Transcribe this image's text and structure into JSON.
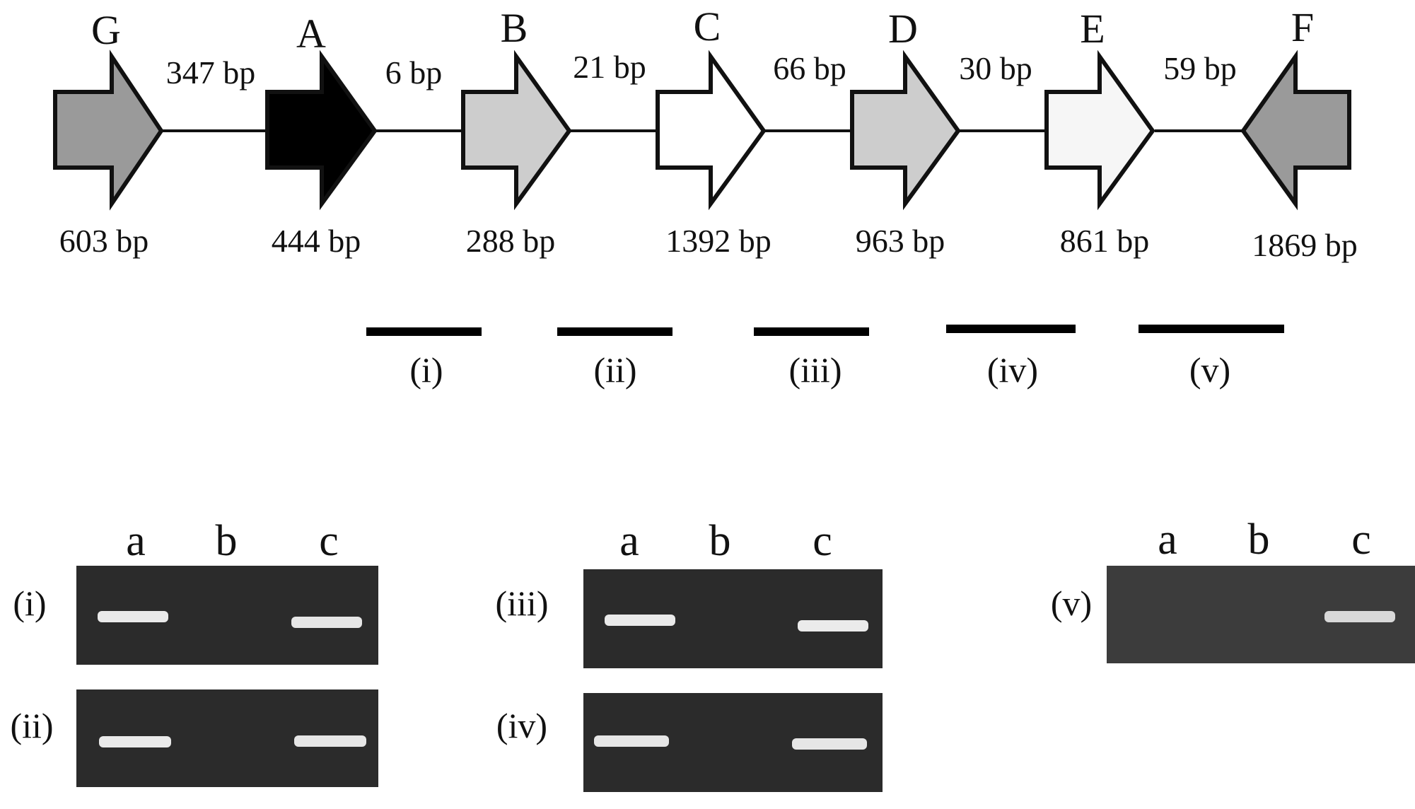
{
  "genes": [
    {
      "id": "G",
      "size": "603 bp",
      "direction": "right",
      "fill": "#9a9a9a"
    },
    {
      "id": "A",
      "size": "444 bp",
      "direction": "right",
      "fill": "#000000"
    },
    {
      "id": "B",
      "size": "288 bp",
      "direction": "right",
      "fill": "#cdcdcd"
    },
    {
      "id": "C",
      "size": "1392 bp",
      "direction": "right",
      "fill": "#ffffff"
    },
    {
      "id": "D",
      "size": "963 bp",
      "direction": "right",
      "fill": "#cdcdcd"
    },
    {
      "id": "E",
      "size": "861 bp",
      "direction": "right",
      "fill": "#f6f6f6"
    },
    {
      "id": "F",
      "size": "1869 bp",
      "direction": "left",
      "fill": "#9a9a9a"
    }
  ],
  "spacers": [
    "347 bp",
    "6 bp",
    "21 bp",
    "66 bp",
    "30 bp",
    "59 bp"
  ],
  "fragments": [
    "(i)",
    "(ii)",
    "(iii)",
    "(iv)",
    "(v)"
  ],
  "gels": [
    {
      "lane_labels": [
        "a",
        "b",
        "c"
      ],
      "rows": [
        {
          "label": "(i)",
          "bands": [
            true,
            false,
            true
          ]
        },
        {
          "label": "(ii)",
          "bands": [
            true,
            false,
            true
          ]
        }
      ]
    },
    {
      "lane_labels": [
        "a",
        "b",
        "c"
      ],
      "rows": [
        {
          "label": "(iii)",
          "bands": [
            true,
            false,
            true
          ]
        },
        {
          "label": "(iv)",
          "bands": [
            true,
            false,
            true
          ]
        }
      ]
    },
    {
      "lane_labels": [
        "a",
        "b",
        "c"
      ],
      "rows": [
        {
          "label": "(v)",
          "bands": [
            false,
            false,
            true
          ]
        }
      ]
    }
  ]
}
